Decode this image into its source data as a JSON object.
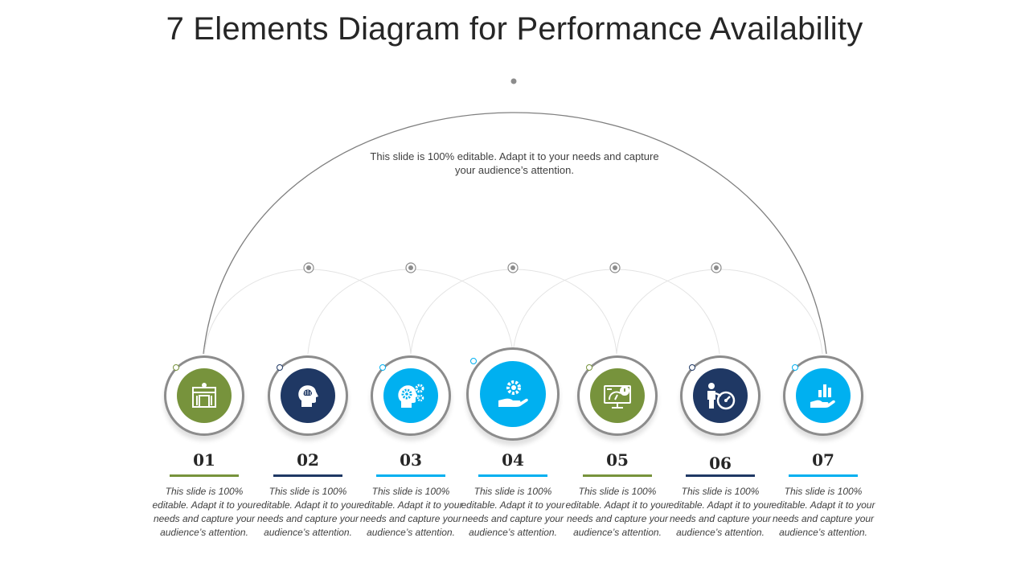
{
  "title": "7 Elements Diagram for Performance Availability",
  "center_text": "This slide is 100% editable. Adapt it to your needs and capture your audience’s attention.",
  "colors": {
    "green": "#77933c",
    "navy": "#1f3864",
    "cyan": "#00b0f0",
    "ring": "#8c8c8c",
    "arc": "#7f7f7f"
  },
  "elements": [
    {
      "number": "01",
      "icon": "building-icon",
      "color": "#77933c",
      "text": "This slide is 100% editable. Adapt it to your needs and capture your audience’s attention."
    },
    {
      "number": "02",
      "icon": "brain-head-icon",
      "color": "#1f3864",
      "text": "This slide is 100% editable. Adapt it to your needs and capture your audience’s attention."
    },
    {
      "number": "03",
      "icon": "head-gears-icon",
      "color": "#00b0f0",
      "text": "This slide is 100% editable. Adapt it to your needs and capture your audience’s attention."
    },
    {
      "number": "04",
      "icon": "hand-gear-icon",
      "color": "#00b0f0",
      "text": "This slide is 100% editable. Adapt it to your needs and capture your audience’s attention."
    },
    {
      "number": "05",
      "icon": "monitor-gauge-icon",
      "color": "#77933c",
      "text": "This slide is 100% editable. Adapt it to your needs and capture your audience’s attention."
    },
    {
      "number": "06",
      "icon": "person-speedometer-icon",
      "color": "#1f3864",
      "text": "This slide is 100% editable. Adapt it to your needs and capture your audience’s attention."
    },
    {
      "number": "07",
      "icon": "hand-chart-icon",
      "color": "#00b0f0",
      "text": "This slide is 100% editable. Adapt it to your needs and capture your audience’s attention."
    }
  ]
}
